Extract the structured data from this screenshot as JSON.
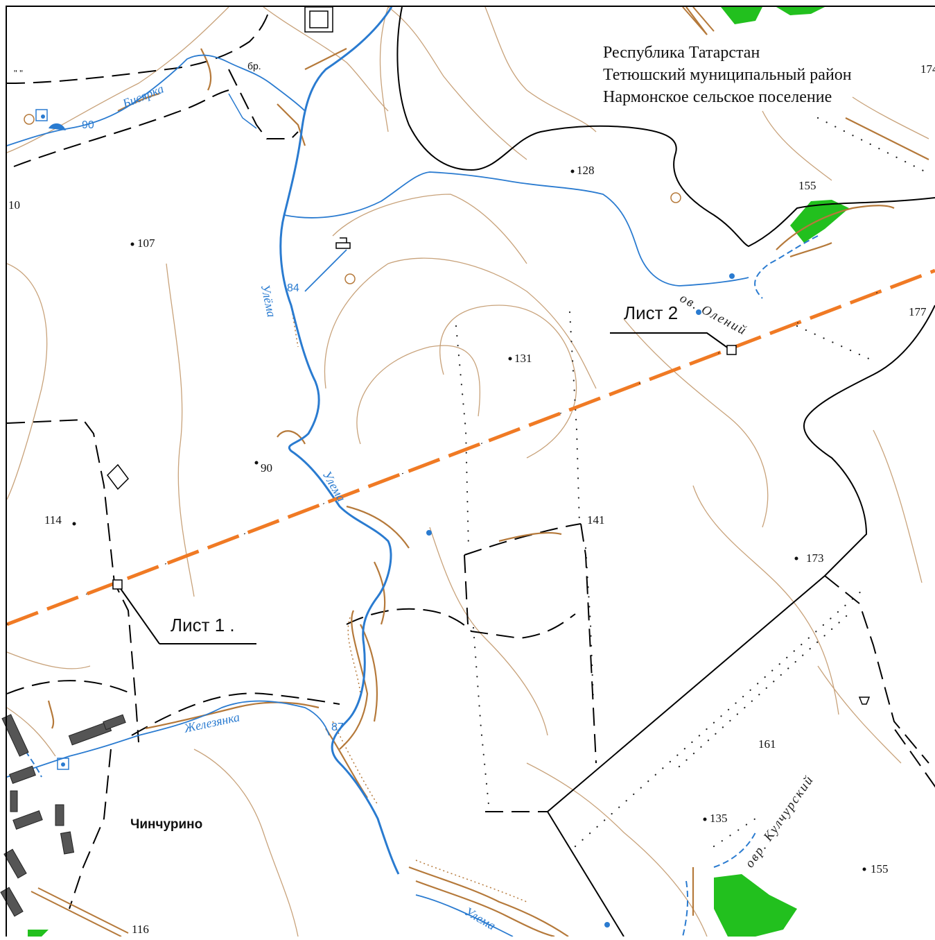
{
  "header": {
    "line1": "Республика Татарстан",
    "line2": "Тетюшский муниципальный район",
    "line3": "Нармонское сельское поселение"
  },
  "sheets": {
    "sheet1": "Лист 1 .",
    "sheet2": "Лист 2"
  },
  "settlement": "Чинчурино",
  "rivers": {
    "bisyarka": "Бисярка",
    "ulema_north": "Улёма",
    "ulema_mid": "Улема",
    "ulema_south": "Улема",
    "zheleznyanka": "Железянка"
  },
  "ravines": {
    "oleniy": "ов. Олений",
    "kulchurskiy": "овр. Кулчурский"
  },
  "bridge_abbrev": "бр.",
  "elevations": {
    "e128": "128",
    "e155_ne": "155",
    "e177": "177",
    "e174": "174",
    "e107": "107",
    "e131": "131",
    "e90": "90",
    "e114": "114",
    "e141": "141",
    "e173": "173",
    "e161": "161",
    "e135": "135",
    "e155_se": "155",
    "e116": "116",
    "e10": "10"
  },
  "water_levels": {
    "w90": "90",
    "w84": "84",
    "w87": "87"
  },
  "colors": {
    "contour": "#c8a27a",
    "water": "#2a7bd0",
    "pipeline": "#f07a24",
    "forest": "#22c01e",
    "ravine": "#b5793a",
    "boundary": "#000000"
  }
}
